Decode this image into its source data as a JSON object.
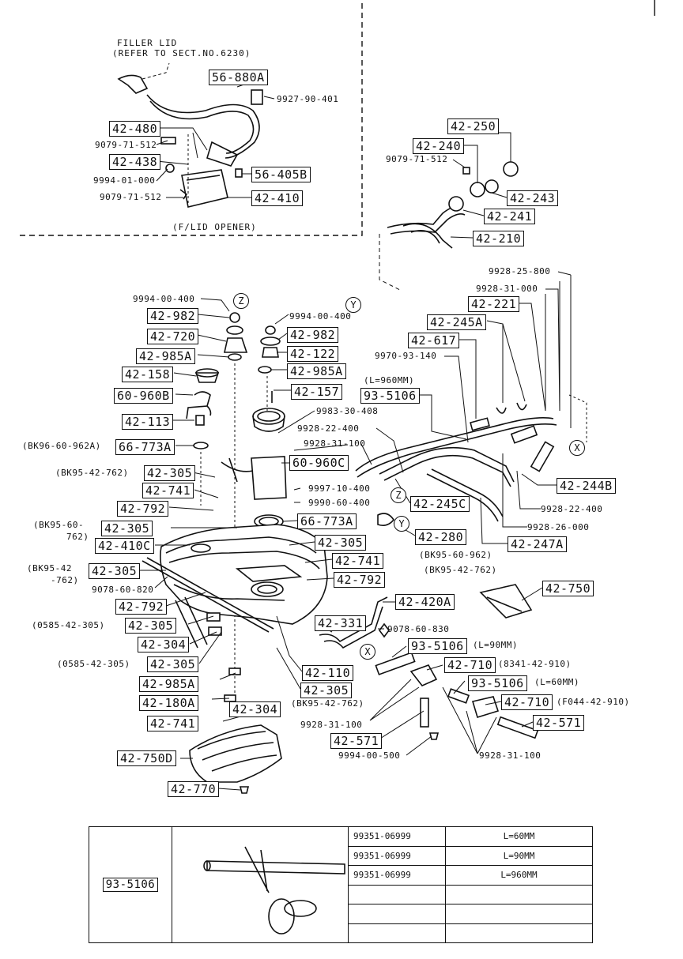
{
  "headings": {
    "filler_lid": "FILLER LID",
    "refer": "(REFER TO SECT.NO.6230)",
    "opener": "(F/LID OPENER)"
  },
  "callouts": [
    {
      "id": "c01",
      "text": "56-880A",
      "boxed": true
    },
    {
      "id": "c02",
      "text": "9927-90-401",
      "boxed": false
    },
    {
      "id": "c03",
      "text": "42-480",
      "boxed": true
    },
    {
      "id": "c04",
      "text": "9079-71-512",
      "boxed": false
    },
    {
      "id": "c05",
      "text": "42-438",
      "boxed": true
    },
    {
      "id": "c06",
      "text": "9994-01-000",
      "boxed": false
    },
    {
      "id": "c07",
      "text": "9079-71-512",
      "boxed": false
    },
    {
      "id": "c08",
      "text": "56-405B",
      "boxed": true
    },
    {
      "id": "c09",
      "text": "42-410",
      "boxed": true
    },
    {
      "id": "c10",
      "text": "42-250",
      "boxed": true
    },
    {
      "id": "c11",
      "text": "42-240",
      "boxed": true
    },
    {
      "id": "c12",
      "text": "9079-71-512",
      "boxed": false
    },
    {
      "id": "c13",
      "text": "42-243",
      "boxed": true
    },
    {
      "id": "c14",
      "text": "42-241",
      "boxed": true
    },
    {
      "id": "c15",
      "text": "42-210",
      "boxed": true
    },
    {
      "id": "c16",
      "text": "9928-25-800",
      "boxed": false
    },
    {
      "id": "c17",
      "text": "9928-31-000",
      "boxed": false
    },
    {
      "id": "c18",
      "text": "42-221",
      "boxed": true
    },
    {
      "id": "c19",
      "text": "42-245A",
      "boxed": true
    },
    {
      "id": "c20",
      "text": "42-617",
      "boxed": true
    },
    {
      "id": "c21",
      "text": "9970-93-140",
      "boxed": false
    },
    {
      "id": "c22",
      "text": "(L=960MM)",
      "boxed": false
    },
    {
      "id": "c23",
      "text": "93-5106",
      "boxed": true
    },
    {
      "id": "c24",
      "text": "9994-00-400",
      "boxed": false
    },
    {
      "id": "c25",
      "text": "42-982",
      "boxed": true
    },
    {
      "id": "c26",
      "text": "42-720",
      "boxed": true
    },
    {
      "id": "c27",
      "text": "42-985A",
      "boxed": true
    },
    {
      "id": "c28",
      "text": "42-158",
      "boxed": true
    },
    {
      "id": "c29",
      "text": "60-960B",
      "boxed": true
    },
    {
      "id": "c30",
      "text": "42-113",
      "boxed": true
    },
    {
      "id": "c31",
      "text": "(BK96-60-962A)",
      "boxed": false
    },
    {
      "id": "c32",
      "text": "66-773A",
      "boxed": true
    },
    {
      "id": "c33",
      "text": "9994-00-400",
      "boxed": false
    },
    {
      "id": "c34",
      "text": "42-982",
      "boxed": true
    },
    {
      "id": "c35",
      "text": "42-122",
      "boxed": true
    },
    {
      "id": "c36",
      "text": "42-985A",
      "boxed": true
    },
    {
      "id": "c37",
      "text": "42-157",
      "boxed": true
    },
    {
      "id": "c38",
      "text": "9983-30-408",
      "boxed": false
    },
    {
      "id": "c39",
      "text": "9928-22-400",
      "boxed": false
    },
    {
      "id": "c40",
      "text": "9928-31-100",
      "boxed": false
    },
    {
      "id": "c41",
      "text": "60-960C",
      "boxed": true
    },
    {
      "id": "c42",
      "text": "9997-10-400",
      "boxed": false
    },
    {
      "id": "c43",
      "text": "9990-60-400",
      "boxed": false
    },
    {
      "id": "c44",
      "text": "42-245C",
      "boxed": true
    },
    {
      "id": "c45",
      "text": "42-244B",
      "boxed": true
    },
    {
      "id": "c46",
      "text": "9928-22-400",
      "boxed": false
    },
    {
      "id": "c47",
      "text": "9928-26-000",
      "boxed": false
    },
    {
      "id": "c48",
      "text": "(BK95-42-762)",
      "boxed": false
    },
    {
      "id": "c49",
      "text": "42-305",
      "boxed": true
    },
    {
      "id": "c50",
      "text": "42-741",
      "boxed": true
    },
    {
      "id": "c51",
      "text": "42-792",
      "boxed": true
    },
    {
      "id": "c52",
      "text": "(BK95-60-",
      "boxed": false
    },
    {
      "id": "c53",
      "text": "762)",
      "boxed": false
    },
    {
      "id": "c54",
      "text": "42-305",
      "boxed": true
    },
    {
      "id": "c55",
      "text": "42-410C",
      "boxed": true
    },
    {
      "id": "c56",
      "text": "66-773A",
      "boxed": true
    },
    {
      "id": "c57",
      "text": "42-280",
      "boxed": true
    },
    {
      "id": "c58",
      "text": "42-247A",
      "boxed": true
    },
    {
      "id": "c59",
      "text": "42-305",
      "boxed": true
    },
    {
      "id": "c60",
      "text": "(BK95-60-962)",
      "boxed": false
    },
    {
      "id": "c61",
      "text": "(BK95-42-762)",
      "boxed": false
    },
    {
      "id": "c62",
      "text": "(BK95-42",
      "boxed": false
    },
    {
      "id": "c63",
      "text": "-762)",
      "boxed": false
    },
    {
      "id": "c64",
      "text": "42-305",
      "boxed": true
    },
    {
      "id": "c65",
      "text": "9078-60-820",
      "boxed": false
    },
    {
      "id": "c66",
      "text": "42-741",
      "boxed": true
    },
    {
      "id": "c67",
      "text": "42-792",
      "boxed": true
    },
    {
      "id": "c68",
      "text": "42-750",
      "boxed": true
    },
    {
      "id": "c69",
      "text": "42-792",
      "boxed": true
    },
    {
      "id": "c70",
      "text": "42-420A",
      "boxed": true
    },
    {
      "id": "c71",
      "text": "(0585-42-305)",
      "boxed": false
    },
    {
      "id": "c72",
      "text": "42-305",
      "boxed": true
    },
    {
      "id": "c73",
      "text": "42-331",
      "boxed": true
    },
    {
      "id": "c74",
      "text": "9078-60-830",
      "boxed": false
    },
    {
      "id": "c75",
      "text": "42-304",
      "boxed": true
    },
    {
      "id": "c76",
      "text": "93-5106",
      "boxed": true
    },
    {
      "id": "c77",
      "text": "(L=90MM)",
      "boxed": false
    },
    {
      "id": "c78",
      "text": "(0585-42-305)",
      "boxed": false
    },
    {
      "id": "c79",
      "text": "42-305",
      "boxed": true
    },
    {
      "id": "c80",
      "text": "42-710",
      "boxed": true
    },
    {
      "id": "c81",
      "text": "(8341-42-910)",
      "boxed": false
    },
    {
      "id": "c82",
      "text": "42-110",
      "boxed": true
    },
    {
      "id": "c83",
      "text": "93-5106",
      "boxed": true
    },
    {
      "id": "c84",
      "text": "(L=60MM)",
      "boxed": false
    },
    {
      "id": "c85",
      "text": "42-985A",
      "boxed": true
    },
    {
      "id": "c86",
      "text": "42-305",
      "boxed": true
    },
    {
      "id": "c87",
      "text": "42-710",
      "boxed": true
    },
    {
      "id": "c88",
      "text": "(F044-42-910)",
      "boxed": false
    },
    {
      "id": "c89",
      "text": "42-180A",
      "boxed": true
    },
    {
      "id": "c90",
      "text": "(BK95-42-762)",
      "boxed": false
    },
    {
      "id": "c91",
      "text": "42-304",
      "boxed": true
    },
    {
      "id": "c92",
      "text": "42-741",
      "boxed": true
    },
    {
      "id": "c93",
      "text": "9928-31-100",
      "boxed": false
    },
    {
      "id": "c94",
      "text": "42-571",
      "boxed": true
    },
    {
      "id": "c95",
      "text": "42-571",
      "boxed": true
    },
    {
      "id": "c96",
      "text": "42-750D",
      "boxed": true
    },
    {
      "id": "c97",
      "text": "9994-00-500",
      "boxed": false
    },
    {
      "id": "c98",
      "text": "9928-31-100",
      "boxed": false
    },
    {
      "id": "c99",
      "text": "42-770",
      "boxed": true
    }
  ],
  "markers": [
    {
      "id": "m1",
      "text": "Z"
    },
    {
      "id": "m2",
      "text": "Y"
    },
    {
      "id": "m3",
      "text": "X"
    },
    {
      "id": "m4",
      "text": "Z"
    },
    {
      "id": "m5",
      "text": "Y"
    },
    {
      "id": "m6",
      "text": "X"
    }
  ],
  "spec_table": {
    "part": "93-5106",
    "rows": [
      {
        "number": "99351-06999",
        "length": "L=60MM"
      },
      {
        "number": "99351-06999",
        "length": "L=90MM"
      },
      {
        "number": "99351-06999",
        "length": "L=960MM"
      }
    ]
  }
}
